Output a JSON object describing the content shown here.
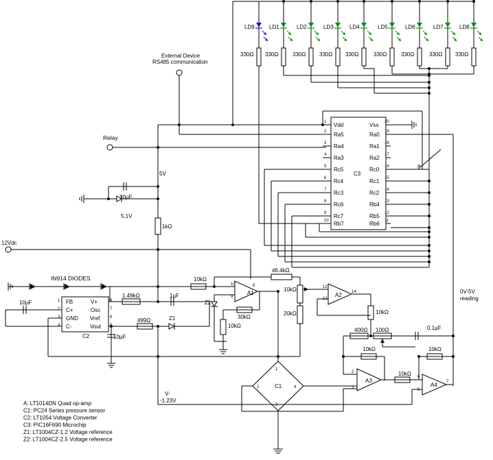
{
  "leds": [
    {
      "label": "LD9",
      "resistor": "330Ω",
      "color": "#1a1acc"
    },
    {
      "label": "LD1",
      "resistor": "330Ω",
      "color": "#128a12"
    },
    {
      "label": "LD2",
      "resistor": "330Ω",
      "color": "#128a12"
    },
    {
      "label": "LD3",
      "resistor": "330Ω",
      "color": "#128a12"
    },
    {
      "label": "LD4",
      "resistor": "330Ω",
      "color": "#128a12"
    },
    {
      "label": "LD5",
      "resistor": "330Ω",
      "color": "#128a12"
    },
    {
      "label": "LD6",
      "resistor": "330Ω",
      "color": "#128a12"
    },
    {
      "label": "LD7",
      "resistor": "330Ω",
      "color": "#128a12"
    },
    {
      "label": "LD8",
      "resistor": "330Ω",
      "color": "#128a12"
    }
  ],
  "labels": {
    "external_line1": "External Device",
    "external_line2": "RS485 communication",
    "relay": "Relay",
    "v5": "5V",
    "cap_10uF_top": "10µF",
    "zener_5v1": "5.1V",
    "r_1k": "1kΩ",
    "v12": "12Vdc",
    "in914": "IN914 DIODES",
    "cap_10uF_left": "10µF",
    "r_149k": "1.49kΩ",
    "cap_1uF": "1µF",
    "r_499": "499Ω",
    "cap_10uF_c2": "10µF",
    "z1": "Z1",
    "z2": "Z2",
    "r_10k_a1": "10kΩ",
    "r_30k": "30kΩ",
    "r_10k_z2": "10kΩ",
    "r_464k": "46.4kΩ",
    "pot_10k": "10kΩ",
    "r_20k": "20kΩ",
    "r_10k_a2": "10kΩ",
    "r_400": "400Ω",
    "pot_100": "100Ω",
    "cap_01uF": "0.1µF",
    "r_10k_a3fb": "10kΩ",
    "r_10k_a4fb": "10kΩ",
    "r_10k_a3a4": "10kΩ",
    "reading_line1": "0V-5V",
    "reading_line2": "reading",
    "vminus_line1": "V-",
    "vminus_line2": "-1.23V",
    "a1": "A1",
    "a2": "A2",
    "a3": "A3",
    "a4": "A4",
    "c1": "C1",
    "c2": "C2",
    "c3": "C3",
    "pin8": "8"
  },
  "c2_pins": {
    "fb": "FB",
    "cplus": "C+",
    "gnd": "GND",
    "cminus": "C-",
    "vplus": "V+",
    "osc": "Osc",
    "vref": "Vref",
    "vout": "Vout"
  },
  "c3_left": [
    {
      "num": "1",
      "name": "Vdd"
    },
    {
      "num": "2",
      "name": "Ra5"
    },
    {
      "num": "3",
      "name": "Ra4"
    },
    {
      "num": "4",
      "name": "Ra3"
    },
    {
      "num": "5",
      "name": "Rc5"
    },
    {
      "num": "6",
      "name": "Rc4"
    },
    {
      "num": "7",
      "name": "Rc3"
    },
    {
      "num": "8",
      "name": "Rc6"
    },
    {
      "num": "9",
      "name": "Rc7"
    },
    {
      "num": "10",
      "name": "Rb7"
    }
  ],
  "c3_right": [
    {
      "num": "20",
      "name": "Vss"
    },
    {
      "num": "19",
      "name": "Ra0"
    },
    {
      "num": "18",
      "name": "Ra1"
    },
    {
      "num": "17",
      "name": "Ra2"
    },
    {
      "num": "16",
      "name": "Rc0"
    },
    {
      "num": "15",
      "name": "Rc1"
    },
    {
      "num": "14",
      "name": "Rc2"
    },
    {
      "num": "13",
      "name": "Rb4"
    },
    {
      "num": "12",
      "name": "Rb5"
    },
    {
      "num": "11",
      "name": "Rb6"
    }
  ],
  "c1_pins": {
    "p1": "1",
    "p2": "2",
    "p3": "3",
    "p4": "4"
  },
  "legend": [
    "A: LT1014DN Quad op-amp",
    "C1: PC24 Series pressure sensor",
    "C2: LT1054 Voltage Converter",
    "C3: PIC16F690 Microchip",
    "Z1: LT1004CZ-1.2 Voltage reference",
    "Z2: LT1004CZ-2.5 Voltage reference"
  ]
}
